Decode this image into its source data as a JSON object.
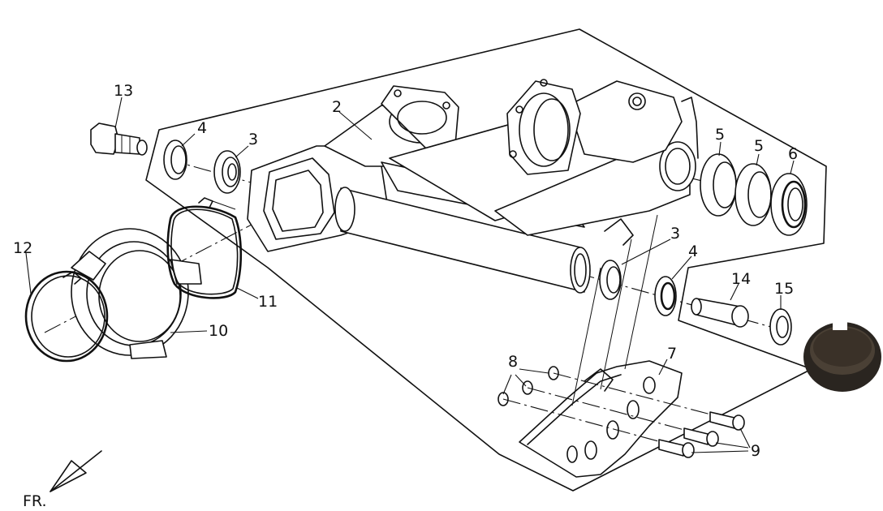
{
  "diagram": {
    "callouts": [
      {
        "id": "c2",
        "label": "2"
      },
      {
        "id": "c3a",
        "label": "3"
      },
      {
        "id": "c3b",
        "label": "3"
      },
      {
        "id": "c4a",
        "label": "4"
      },
      {
        "id": "c4b",
        "label": "4"
      },
      {
        "id": "c5a",
        "label": "5"
      },
      {
        "id": "c5b",
        "label": "5"
      },
      {
        "id": "c6",
        "label": "6"
      },
      {
        "id": "c7",
        "label": "7"
      },
      {
        "id": "c8",
        "label": "8"
      },
      {
        "id": "c9",
        "label": "9"
      },
      {
        "id": "c10",
        "label": "10"
      },
      {
        "id": "c11",
        "label": "11"
      },
      {
        "id": "c12",
        "label": "12"
      },
      {
        "id": "c13",
        "label": "13"
      },
      {
        "id": "c14",
        "label": "14"
      },
      {
        "id": "c15",
        "label": "15"
      }
    ],
    "direction_label": "FR.",
    "colors": {
      "line": "#111111",
      "background": "#ffffff",
      "cap": "#2a2520"
    }
  }
}
